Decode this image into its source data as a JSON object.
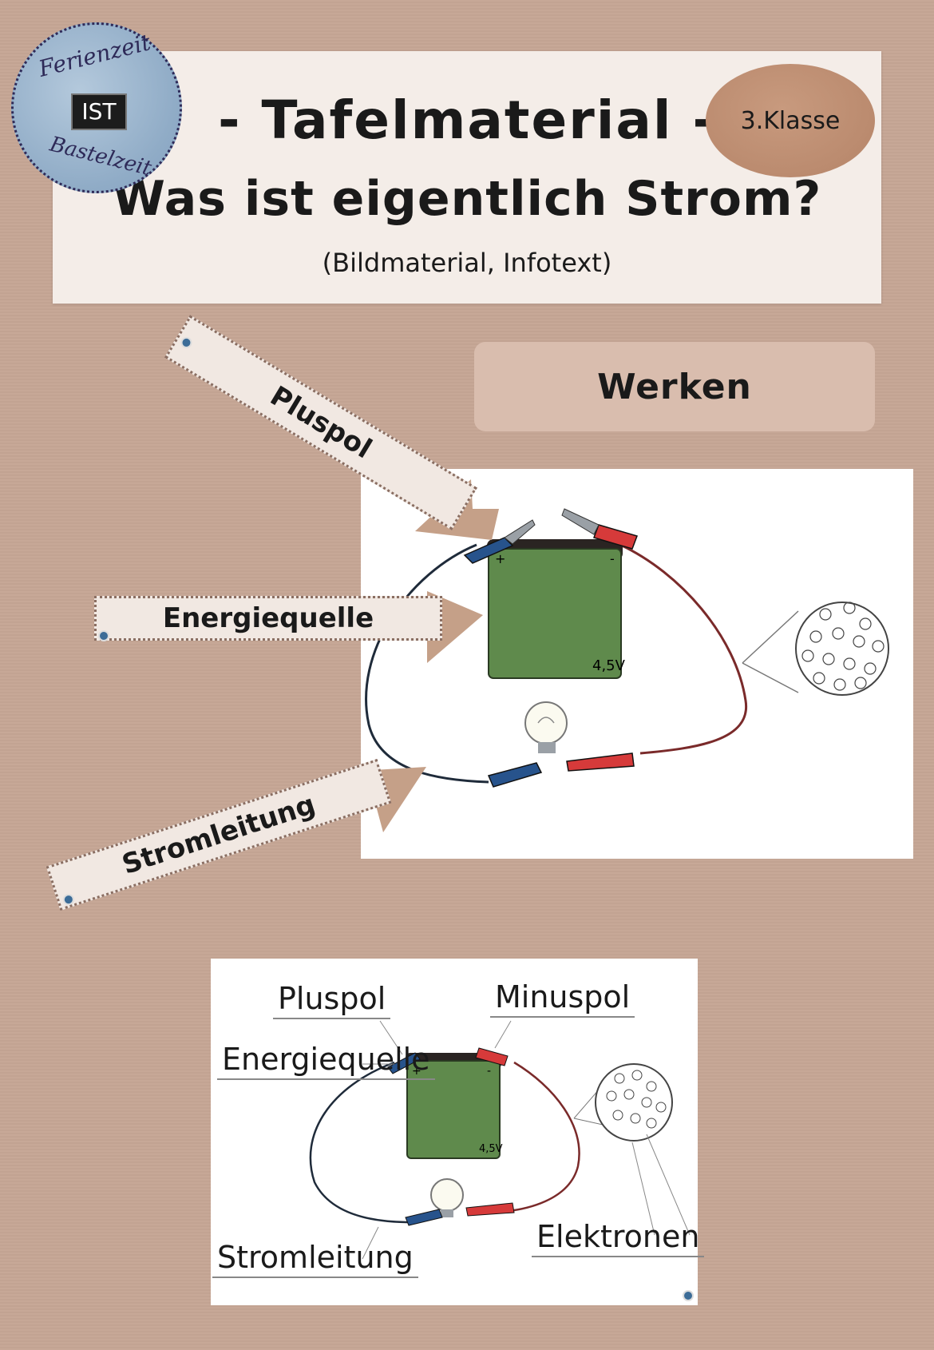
{
  "logo": {
    "top_text": "Ferienzeit",
    "badge": "IST",
    "bottom_text": "Bastelzeit"
  },
  "header": {
    "title": "- Tafelmaterial -",
    "subtitle": "Was ist eigentlich Strom?",
    "note": "(Bildmaterial, Infotext)",
    "grade": "3.Klasse"
  },
  "subject": "Werken",
  "strips": {
    "pluspol": "Pluspol",
    "energiequelle": "Energiequelle",
    "stromleitung": "Stromleitung"
  },
  "battery_label": "4,5V",
  "battery_plus": "+",
  "battery_minus": "-",
  "answer_key": {
    "pluspol": "Pluspol",
    "minuspol": "Minuspol",
    "energiequelle": "Energiequelle",
    "stromleitung": "Stromleitung",
    "elektronen": "Elektronen"
  },
  "colors": {
    "background": "#c6a695",
    "card": "#f4ede8",
    "arrow": "#c5a088",
    "battery": "#5f8a4c",
    "red_clip": "#d63a3a",
    "blue_clip": "#27538c"
  }
}
